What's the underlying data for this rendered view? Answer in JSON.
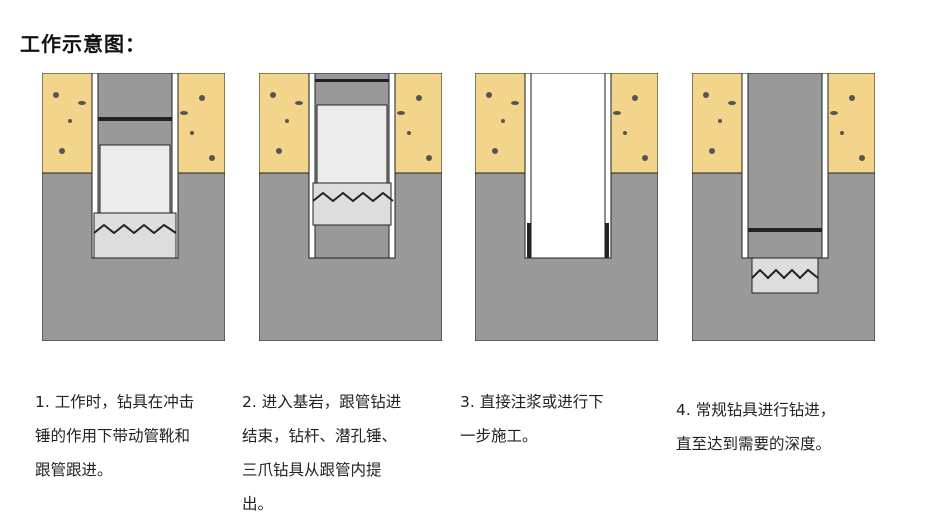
{
  "title": "工作示意图：",
  "steps": [
    {
      "label": "1. 工作时，钻具在冲击锤的作用下带动管靴和跟管跟进。",
      "lines": [
        "1. 工作时，钻具在冲击",
        "锤的作用下带动管靴和",
        "跟管跟进。"
      ]
    },
    {
      "label": "2. 进入基岩，跟管钻进结束，钻杆、潜孔锤、三爪钻具从跟管内提出。",
      "lines": [
        "2. 进入基岩，跟管钻进",
        "结束，钻杆、潜孔锤、",
        "三爪钻具从跟管内提",
        "出。"
      ]
    },
    {
      "label": "3. 直接注浆或进行下一步施工。",
      "lines": [
        "3.  直接注浆或进行下",
        "一步施工。"
      ]
    },
    {
      "label": "4. 常规钻具进行钻进，直至达到需要的深度。",
      "lines": [
        "4. 常规钻具进行钻进，",
        "直至达到需要的深度。"
      ]
    }
  ],
  "colors": {
    "soil": "#f2d48a",
    "rock": "#999999",
    "pipe": "#ececec",
    "outline": "#222222"
  }
}
